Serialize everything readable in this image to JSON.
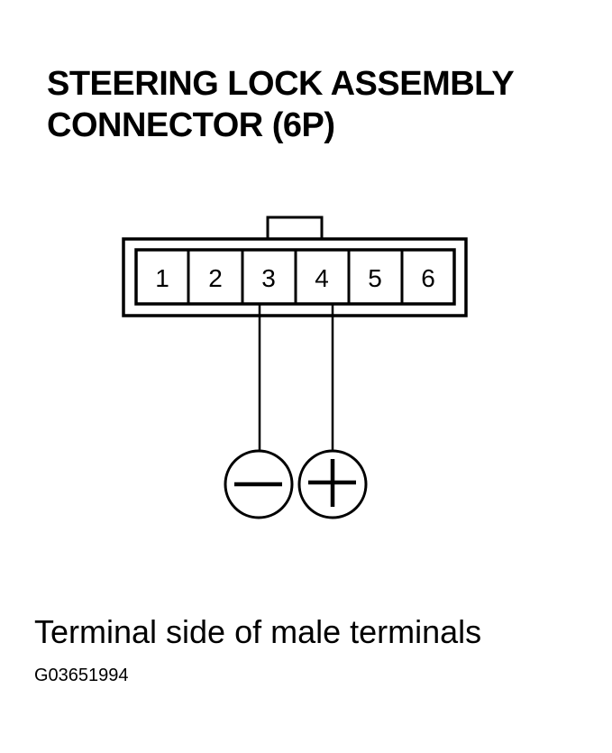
{
  "title": {
    "line1": "STEERING LOCK ASSEMBLY",
    "line2": "CONNECTOR (6P)"
  },
  "connector": {
    "pin_count": 6,
    "pins": [
      "1",
      "2",
      "3",
      "4",
      "5",
      "6"
    ],
    "connected_pins": [
      {
        "pin": "3",
        "polarity": "negative",
        "symbol": "minus-icon"
      },
      {
        "pin": "4",
        "polarity": "positive",
        "symbol": "plus-icon"
      }
    ]
  },
  "caption": "Terminal side of male terminals",
  "figure_id": "G03651994"
}
